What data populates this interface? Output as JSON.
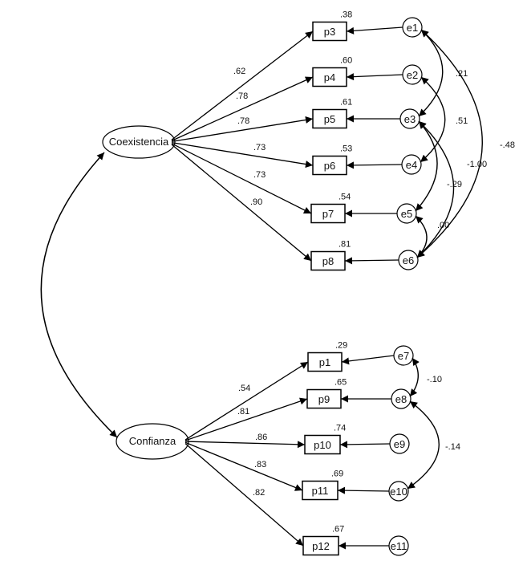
{
  "factors": [
    {
      "id": "coex",
      "label": "Coexistencia"
    },
    {
      "id": "conf",
      "label": "Confianza"
    }
  ],
  "indicators": [
    {
      "id": "p3",
      "factor": "coex",
      "loading": ".62",
      "r2": ".38",
      "error": "e1"
    },
    {
      "id": "p4",
      "factor": "coex",
      "loading": ".78",
      "r2": ".60",
      "error": "e2"
    },
    {
      "id": "p5",
      "factor": "coex",
      "loading": ".78",
      "r2": ".61",
      "error": "e3"
    },
    {
      "id": "p6",
      "factor": "coex",
      "loading": ".73",
      "r2": ".53",
      "error": "e4"
    },
    {
      "id": "p7",
      "factor": "coex",
      "loading": ".73",
      "r2": ".54",
      "error": "e5"
    },
    {
      "id": "p8",
      "factor": "coex",
      "loading": ".90",
      "r2": ".81",
      "error": "e6"
    },
    {
      "id": "p1",
      "factor": "conf",
      "loading": ".54",
      "r2": ".29",
      "error": "e7"
    },
    {
      "id": "p9",
      "factor": "conf",
      "loading": ".81",
      "r2": ".65",
      "error": "e8"
    },
    {
      "id": "p10",
      "factor": "conf",
      "loading": ".86",
      "r2": ".74",
      "error": "e9"
    },
    {
      "id": "p11",
      "factor": "conf",
      "loading": ".83",
      "r2": ".69",
      "error": "e10"
    },
    {
      "id": "p12",
      "factor": "conf",
      "loading": ".82",
      "r2": ".67",
      "error": "e11"
    }
  ],
  "error_covariances": [
    {
      "from": "e1",
      "to": "e3",
      "value": ".21"
    },
    {
      "from": "e2",
      "to": "e4",
      "value": ".51"
    },
    {
      "from": "e3",
      "to": "e6",
      "value": "-1.00"
    },
    {
      "from": "e3",
      "to": "e5",
      "value": "-.29"
    },
    {
      "from": "e5",
      "to": "e6",
      "value": ".00"
    },
    {
      "from": "e1",
      "to": "e6",
      "value": "-.48"
    },
    {
      "from": "e7",
      "to": "e8",
      "value": "-.10"
    },
    {
      "from": "e8",
      "to": "e10",
      "value": "-.14"
    }
  ],
  "factor_covariance": {
    "from": "coex",
    "to": "conf",
    "value": ""
  }
}
